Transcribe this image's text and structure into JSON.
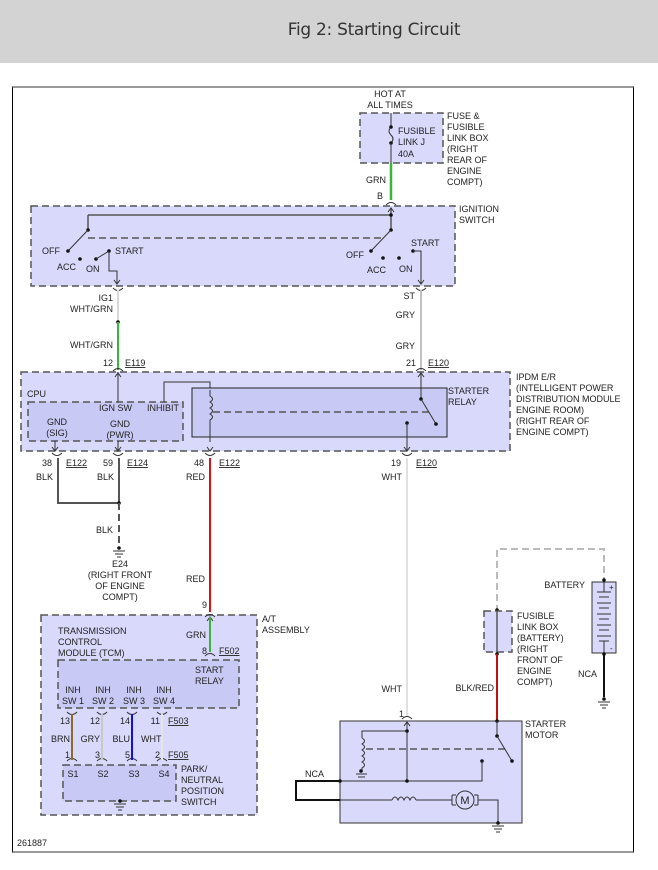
{
  "header": {
    "title": "Fig 2: Starting Circuit"
  },
  "figure_id": "261887",
  "colors": {
    "panel_fill": "#d9d9fb",
    "wire_green": "#3cb43c",
    "wire_red": "#e01010",
    "wire_gray": "#c0c0c0",
    "wire_white": "#e0e0e0",
    "wire_blue": "#1010e0",
    "wire_brown": "#8b6a2a",
    "wire_black": "#000000"
  },
  "power": {
    "label": "HOT AT ALL TIMES",
    "line1": "HOT AT",
    "line2": "ALL TIMES"
  },
  "fuse_box": {
    "fuse_lines": [
      "FUSIBLE",
      "LINK J",
      "40A"
    ],
    "box_lines": [
      "FUSE &",
      "FUSIBLE",
      "LINK BOX",
      "(RIGHT",
      "REAR OF",
      "ENGINE",
      "COMPT)"
    ],
    "wire_color": "GRN",
    "terminal": "B"
  },
  "ignition_switch": {
    "title_lines": [
      "IGNITION",
      "SWITCH"
    ],
    "left_positions": {
      "off": "OFF",
      "acc": "ACC",
      "on": "ON",
      "start": "START"
    },
    "right_positions": {
      "off": "OFF",
      "acc": "ACC",
      "on": "ON",
      "start": "START"
    },
    "left_terminal": "IG1",
    "right_terminal": "ST"
  },
  "wires_upper": {
    "left_top": "WHT/GRN",
    "left_bottom": "WHT/GRN",
    "right_top": "GRY",
    "right_bottom": "GRY"
  },
  "ipdm": {
    "title_lines": [
      "IPDM E/R",
      "(INTELLIGENT POWER",
      "DISTRIBUTION MODULE",
      "ENGINE ROOM)",
      "(RIGHT REAR OF",
      "ENGINE COMPT)"
    ],
    "cpu_label": "CPU",
    "ign_sw": "IGN SW",
    "inhibit": "INHIBIT",
    "gnd_sig": [
      "GND",
      "(SIG)"
    ],
    "gnd_pwr": [
      "GND",
      "(PWR)"
    ],
    "starter_relay": [
      "STARTER",
      "RELAY"
    ],
    "top_left_pin": "12",
    "top_left_conn": "E119",
    "top_right_pin": "21",
    "top_right_conn": "E120",
    "bottom_pins": [
      {
        "pin": "38",
        "conn": "E122",
        "wire": "BLK"
      },
      {
        "pin": "59",
        "conn": "E124",
        "wire": "BLK"
      },
      {
        "pin": "48",
        "conn": "E122",
        "wire": "RED"
      },
      {
        "pin": "19",
        "conn": "E120",
        "wire": "WHT"
      }
    ]
  },
  "ground": {
    "wire": "BLK",
    "id": "E24",
    "location_lines": [
      "(RIGHT FRONT",
      "OF ENGINE",
      "COMPT)"
    ]
  },
  "red_wire_lower": "RED",
  "at_assembly": {
    "title_lines": [
      "A/T",
      "ASSEMBLY"
    ],
    "tcm_lines": [
      "TRANSMISSION",
      "CONTROL",
      "MODULE (TCM)"
    ],
    "top_pin": "9",
    "grn": "GRN",
    "relay_pin": "8",
    "relay_conn": "F502",
    "start_relay": [
      "START",
      "RELAY"
    ],
    "inh_switches": [
      {
        "l1": "INH",
        "l2": "SW 1",
        "pin": "13",
        "wire": "BRN",
        "pnp_pin": "1",
        "pnp": "S1"
      },
      {
        "l1": "INH",
        "l2": "SW 2",
        "pin": "12",
        "wire": "GRY",
        "pnp_pin": "3",
        "pnp": "S2"
      },
      {
        "l1": "INH",
        "l2": "SW 3",
        "pin": "14",
        "wire": "BLU",
        "pnp_pin": "5",
        "pnp": "S3"
      },
      {
        "l1": "INH",
        "l2": "SW 4",
        "pin": "11",
        "wire": "WHT",
        "pnp_pin": "2",
        "pnp": "S4"
      }
    ],
    "tcm_conn": "F503",
    "pnp_conn": "F505",
    "pnp_lines": [
      "PARK/",
      "NEUTRAL",
      "POSITION",
      "SWITCH"
    ]
  },
  "battery": {
    "label": "BATTERY",
    "plus": "+",
    "minus": "-",
    "nca": "NCA",
    "fusible_box_lines": [
      "FUSIBLE",
      "LINK BOX",
      "(BATTERY)",
      "(RIGHT",
      "FRONT OF",
      "ENGINE",
      "COMPT)"
    ],
    "wire": "BLK/RED"
  },
  "starter_motor": {
    "title_lines": [
      "STARTER",
      "MOTOR"
    ],
    "wire_in": "WHT",
    "pin": "1",
    "nca": "NCA",
    "motor_symbol": "M"
  }
}
